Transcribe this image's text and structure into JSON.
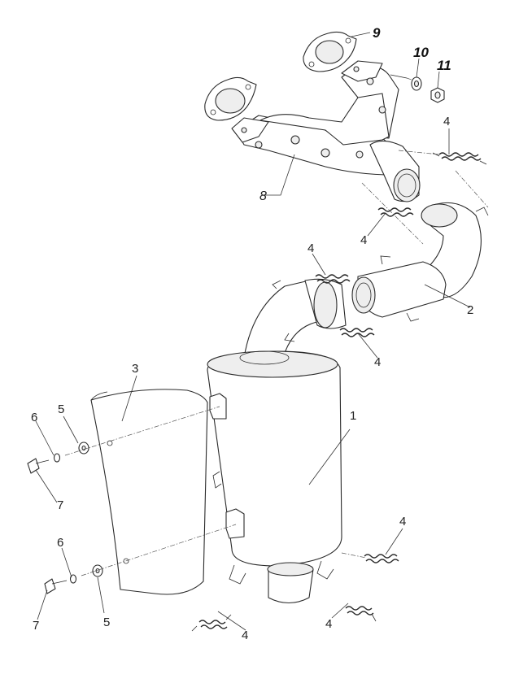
{
  "callouts": [
    {
      "id": "1",
      "text": "1"
    },
    {
      "id": "2",
      "text": "2"
    },
    {
      "id": "3",
      "text": "3"
    },
    {
      "id": "4a",
      "text": "4"
    },
    {
      "id": "4b",
      "text": "4"
    },
    {
      "id": "4c",
      "text": "4"
    },
    {
      "id": "4d",
      "text": "4"
    },
    {
      "id": "4e",
      "text": "4"
    },
    {
      "id": "4f",
      "text": "4"
    },
    {
      "id": "4g",
      "text": "4"
    },
    {
      "id": "5a",
      "text": "5"
    },
    {
      "id": "5b",
      "text": "5"
    },
    {
      "id": "6a",
      "text": "6"
    },
    {
      "id": "6b",
      "text": "6"
    },
    {
      "id": "7a",
      "text": "7"
    },
    {
      "id": "7b",
      "text": "7"
    },
    {
      "id": "8",
      "text": "8"
    },
    {
      "id": "9",
      "text": "9"
    },
    {
      "id": "10",
      "text": "10"
    },
    {
      "id": "11",
      "text": "11"
    }
  ]
}
